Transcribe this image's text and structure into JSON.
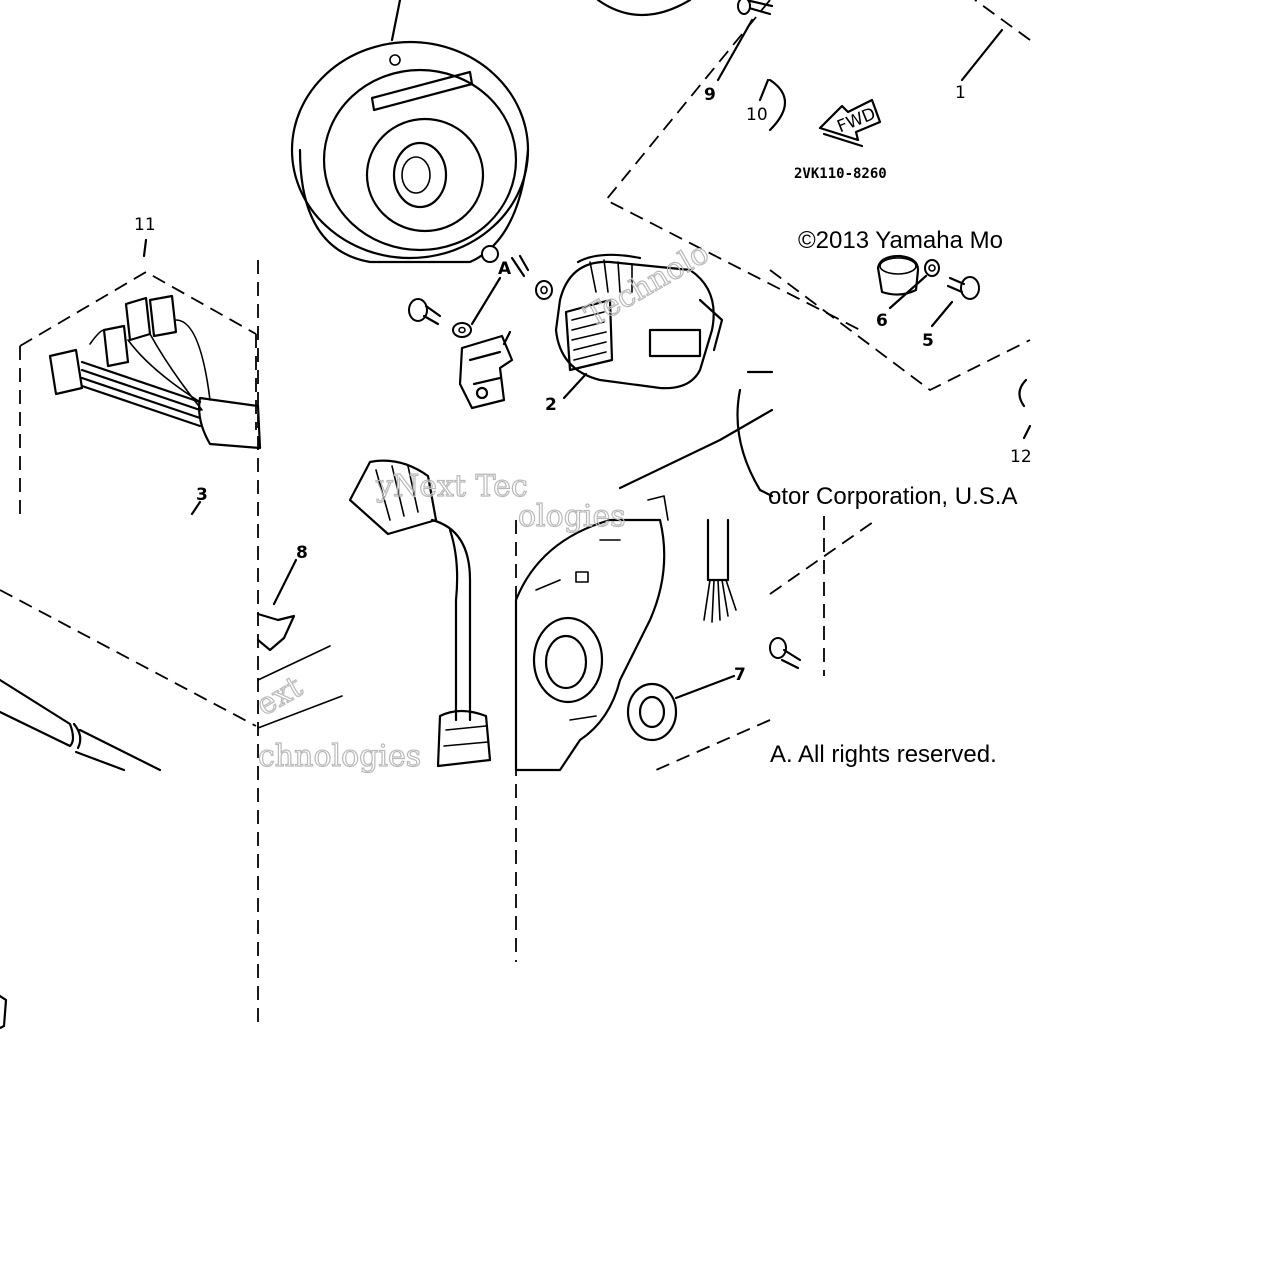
{
  "callouts": {
    "c1": "1",
    "c2": "2",
    "c3": "3",
    "c5": "5",
    "c6": "6",
    "c7": "7",
    "c8": "8",
    "c9": "9",
    "c10": "10",
    "c11": "11",
    "c12": "12",
    "cA": "A"
  },
  "fwd_label": "FWD",
  "part_number": "2VK110-8260",
  "copyright": {
    "line1": "©2013 Yamaha Mo",
    "line2": "otor Corporation, U.S.A",
    "line3": "A. All rights reserved."
  },
  "watermark": {
    "w1": "yNext Tec",
    "w2": "Technolo",
    "w3": "chnologies",
    "w4": "ologies",
    "w5": "ext"
  }
}
